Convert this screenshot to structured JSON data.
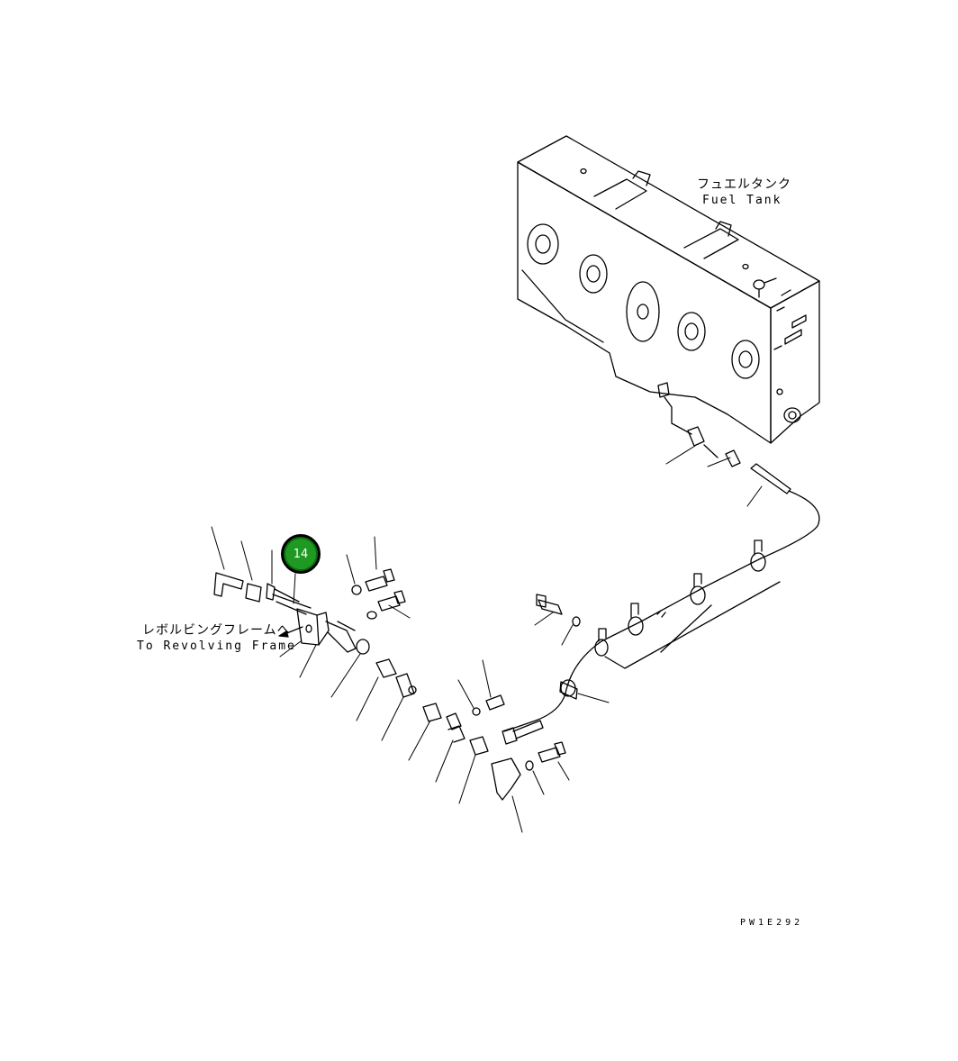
{
  "labels": {
    "fuel_tank_ja": "フュエルタンク",
    "fuel_tank_en": "Fuel Tank",
    "revolving_frame_ja": "レボルビングフレームへ",
    "revolving_frame_en": "To Revolving Frame"
  },
  "callout": {
    "number": "14",
    "color": "#1e9a22"
  },
  "figure_code": "PW1E292"
}
